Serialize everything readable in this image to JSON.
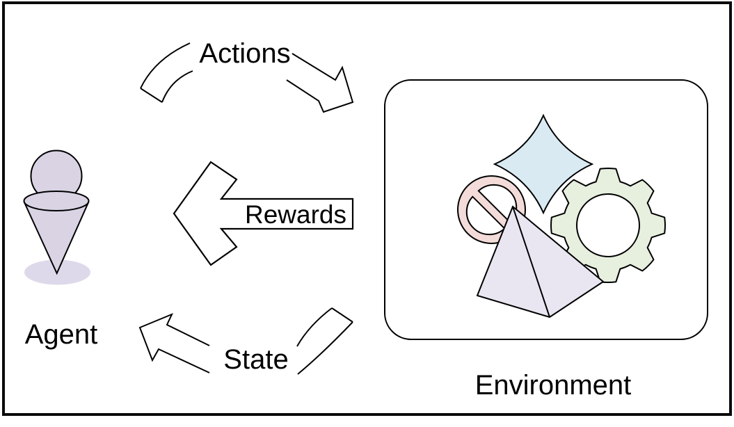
{
  "labels": {
    "agent": "Agent",
    "environment": "Environment",
    "actions": "Actions",
    "rewards": "Rewards",
    "state": "State"
  },
  "colors": {
    "agent_fill": "#d9d3e4",
    "agent_shadow": "#ded9ea",
    "star": "#d9eaf3",
    "no_sign": "#f2dbd9",
    "gear": "#e7efde",
    "pyramid": "#e9e6f2",
    "outline": "#000000",
    "background": "#ffffff"
  },
  "environment_icons": [
    "star-icon",
    "no-sign-icon",
    "gear-icon",
    "pyramid-icon"
  ],
  "agent_icon": "person-pin-icon"
}
